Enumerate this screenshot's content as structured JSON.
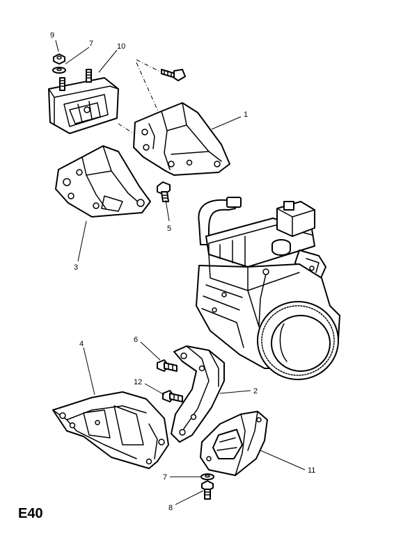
{
  "callouts": {
    "c1": "1",
    "c2": "2",
    "c3": "3",
    "c4": "4",
    "c5": "5",
    "c6": "6",
    "c7a": "7",
    "c7b": "7",
    "c8": "8",
    "c9": "9",
    "c10": "10",
    "c11": "11",
    "c12": "12"
  },
  "diagram_code": "E40"
}
